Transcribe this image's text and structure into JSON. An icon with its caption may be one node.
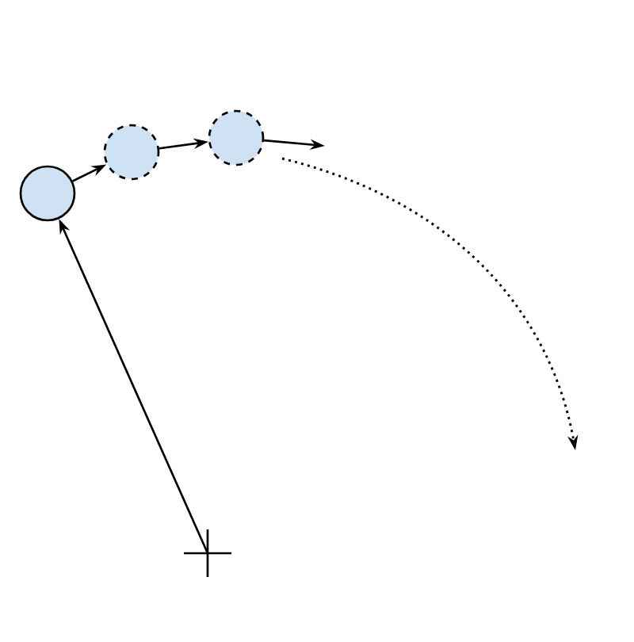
{
  "diagram": {
    "nodes": [
      {
        "text": [],
        "shape": "circle"
      },
      {
        "text": [],
        "shape": "circle"
      },
      {
        "text": [],
        "shape": "circle"
      },
      {
        "text": [],
        "shape": "cross"
      }
    ],
    "edges": [
      {
        "from": 0,
        "to": 1,
        "arrow": "to"
      },
      {
        "from": 1,
        "to": 2,
        "arrow": "to"
      },
      {
        "from": 2,
        "to": null,
        "arrow": "to"
      },
      {
        "from": 3,
        "to": 0,
        "arrow": "to"
      }
    ]
  }
}
